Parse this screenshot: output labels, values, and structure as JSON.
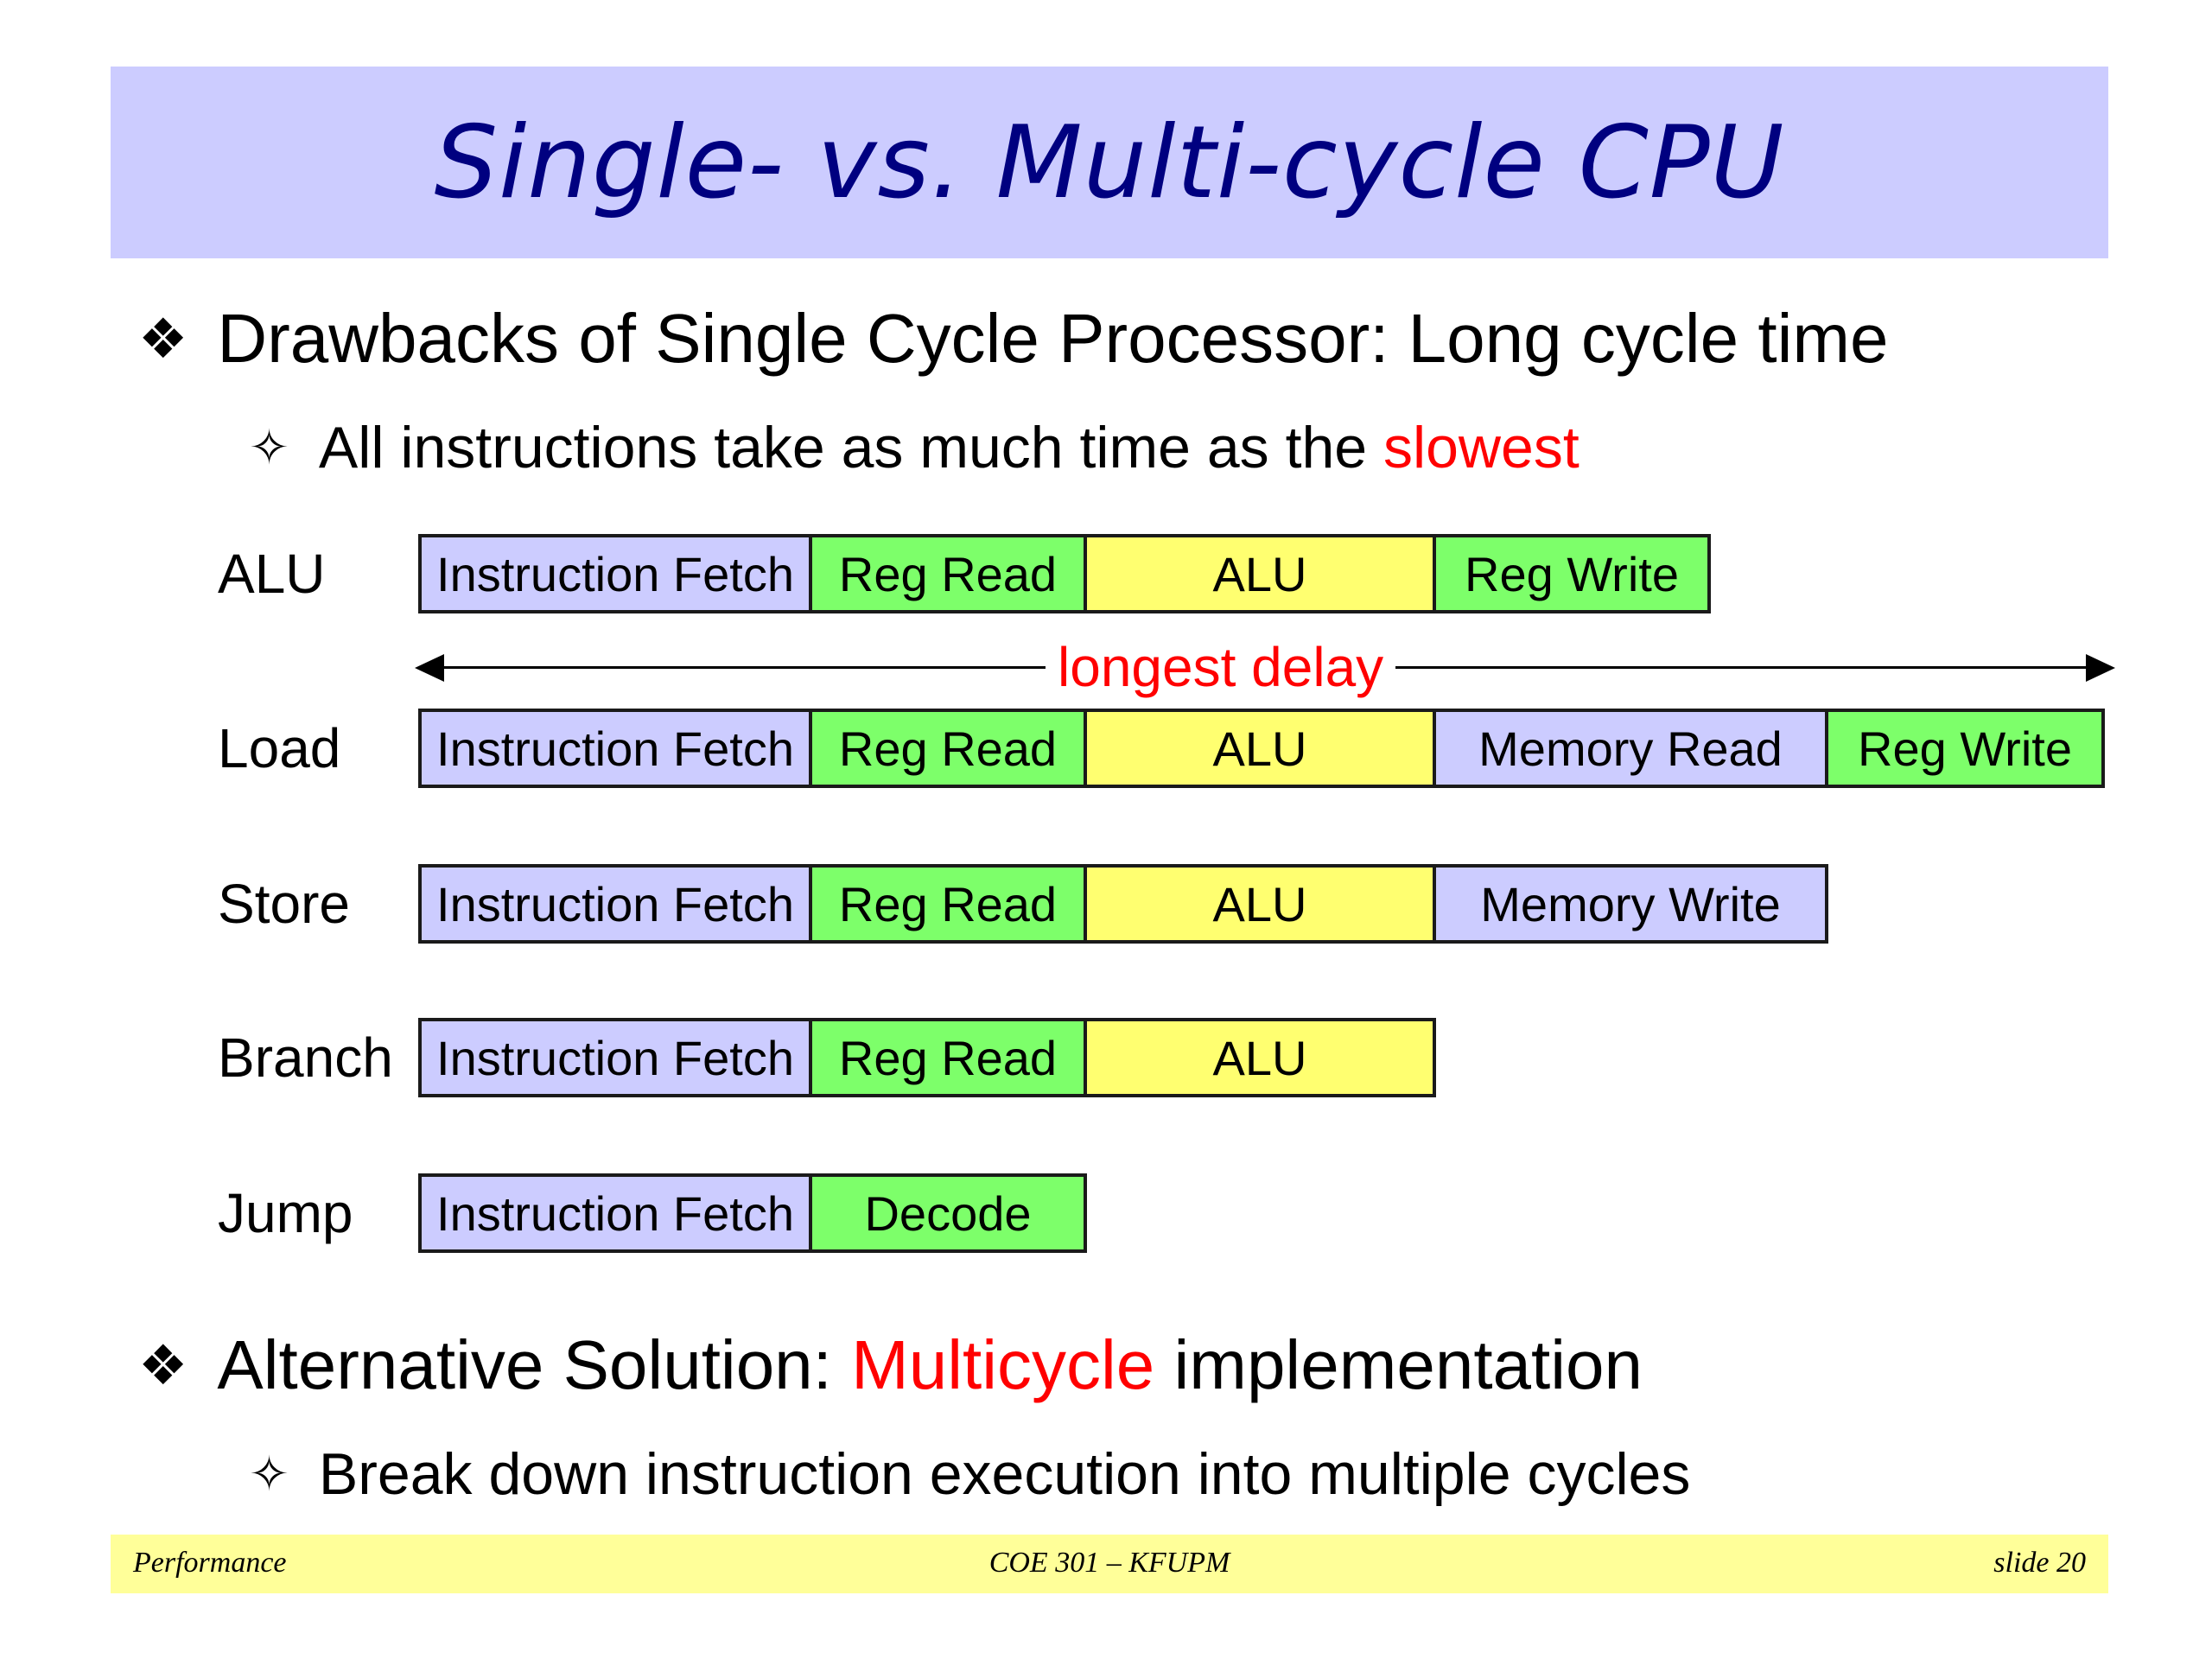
{
  "title": "Single- vs. Multi-cycle CPU",
  "bullets": {
    "b1": {
      "glyph": "❖",
      "text": "Drawbacks of Single Cycle Processor: Long cycle time"
    },
    "b2": {
      "glyph": "✧",
      "text_before": "All instructions take as much time as the ",
      "highlight": "slowest"
    },
    "b3": {
      "glyph": "❖",
      "text_before": "Alternative Solution: ",
      "highlight": "Multicycle",
      "text_after": " implementation"
    },
    "b4": {
      "glyph": "✧",
      "text": "Break down instruction execution into multiple cycles"
    }
  },
  "delay_label": "longest delay",
  "rows": [
    {
      "label": "ALU",
      "stages": [
        "Instruction Fetch",
        "Reg Read",
        "ALU",
        "Reg Write"
      ]
    },
    {
      "label": "Load",
      "stages": [
        "Instruction Fetch",
        "Reg Read",
        "ALU",
        "Memory Read",
        "Reg Write"
      ]
    },
    {
      "label": "Store",
      "stages": [
        "Instruction Fetch",
        "Reg Read",
        "ALU",
        "Memory Write"
      ]
    },
    {
      "label": "Branch",
      "stages": [
        "Instruction Fetch",
        "Reg Read",
        "ALU"
      ]
    },
    {
      "label": "Jump",
      "stages": [
        "Instruction Fetch",
        "Decode"
      ]
    }
  ],
  "footer": {
    "left": "Performance",
    "center": "COE 301 – KFUPM",
    "right": "slide 20"
  },
  "colors": {
    "title_bg": "#ccccff",
    "title_text": "#000080",
    "highlight": "#ff0000",
    "fetch": "#ccccff",
    "reg": "#7dff6a",
    "alu": "#ffff70",
    "memory": "#ccccff",
    "footer_bg": "#ffff99"
  }
}
